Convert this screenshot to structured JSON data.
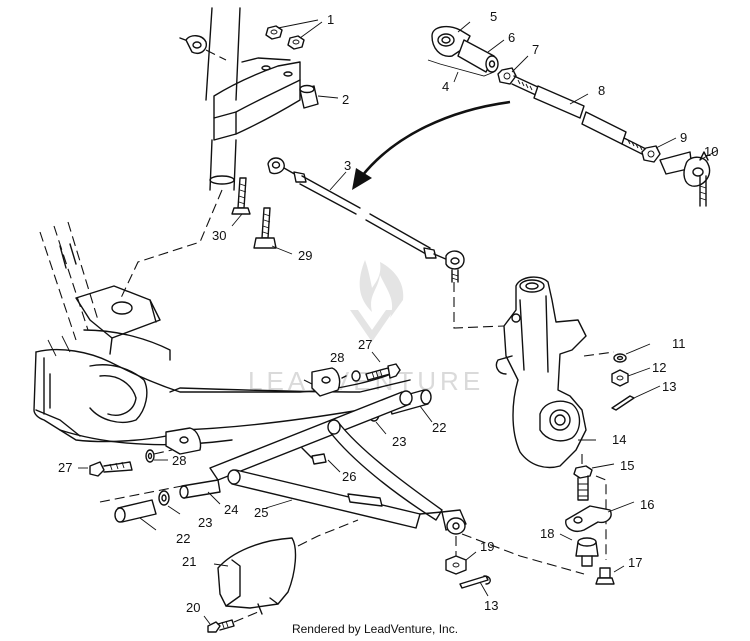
{
  "diagram": {
    "watermark_text": "LEADVENTURE",
    "footer": "Rendered by LeadVenture, Inc.",
    "callouts": {
      "c1": "1",
      "c2": "2",
      "c3": "3",
      "c4": "4",
      "c5": "5",
      "c6": "6",
      "c7": "7",
      "c8": "8",
      "c9": "9",
      "c10": "10",
      "c11": "11",
      "c12": "12",
      "c13a": "13",
      "c13b": "13",
      "c14": "14",
      "c15": "15",
      "c16": "16",
      "c17": "17",
      "c18": "18",
      "c19": "19",
      "c20": "20",
      "c21": "21",
      "c22a": "22",
      "c22b": "22",
      "c23a": "23",
      "c23b": "23",
      "c24": "24",
      "c25": "25",
      "c26": "26",
      "c27a": "27",
      "c27b": "27",
      "c28a": "28",
      "c28b": "28",
      "c29": "29",
      "c30": "30"
    }
  }
}
